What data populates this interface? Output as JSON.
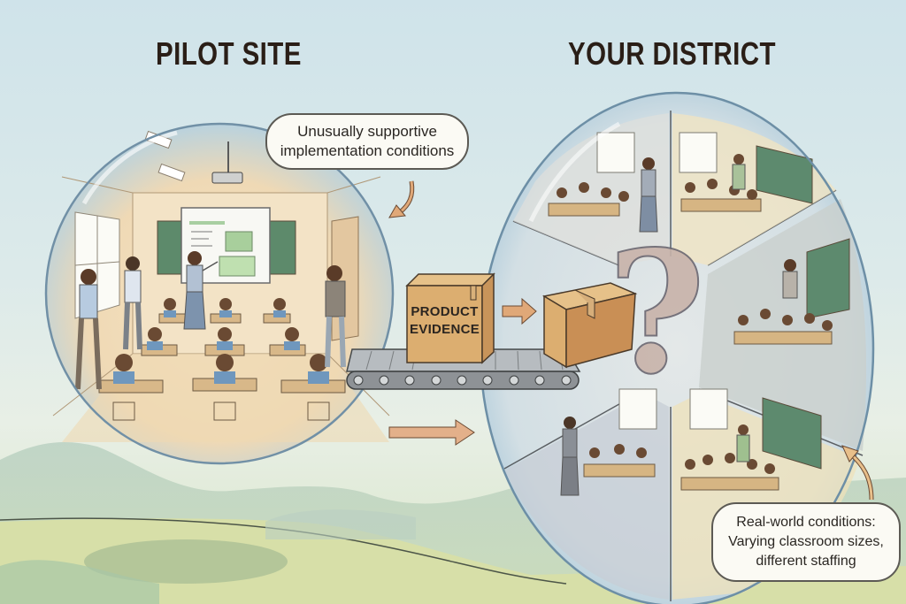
{
  "titles": {
    "left": "PILOT SITE",
    "right": "YOUR DISTRICT"
  },
  "callouts": {
    "pilot": {
      "lines": [
        "Unusually supportive",
        "implementation conditions"
      ]
    },
    "district": {
      "lines": [
        "Real-world conditions:",
        "Varying classroom sizes,",
        "different staffing"
      ]
    }
  },
  "product_box": {
    "lines": [
      "PRODUCT",
      "EVIDENCE"
    ]
  },
  "center_symbol": "?",
  "scenes": {
    "pilot": "Single well-equipped classroom with projector, presenter and three observers",
    "district": "Six varied classroom segments with different sizes and staffing"
  },
  "colors": {
    "sky": "#cfe3ea",
    "bubble_outline": "#6f8aa0",
    "box": "#d9a86a",
    "arrow": "#e0a878",
    "conveyor": "#8e9296",
    "grass": "#c9dba8",
    "title_text": "#2a1e17"
  }
}
